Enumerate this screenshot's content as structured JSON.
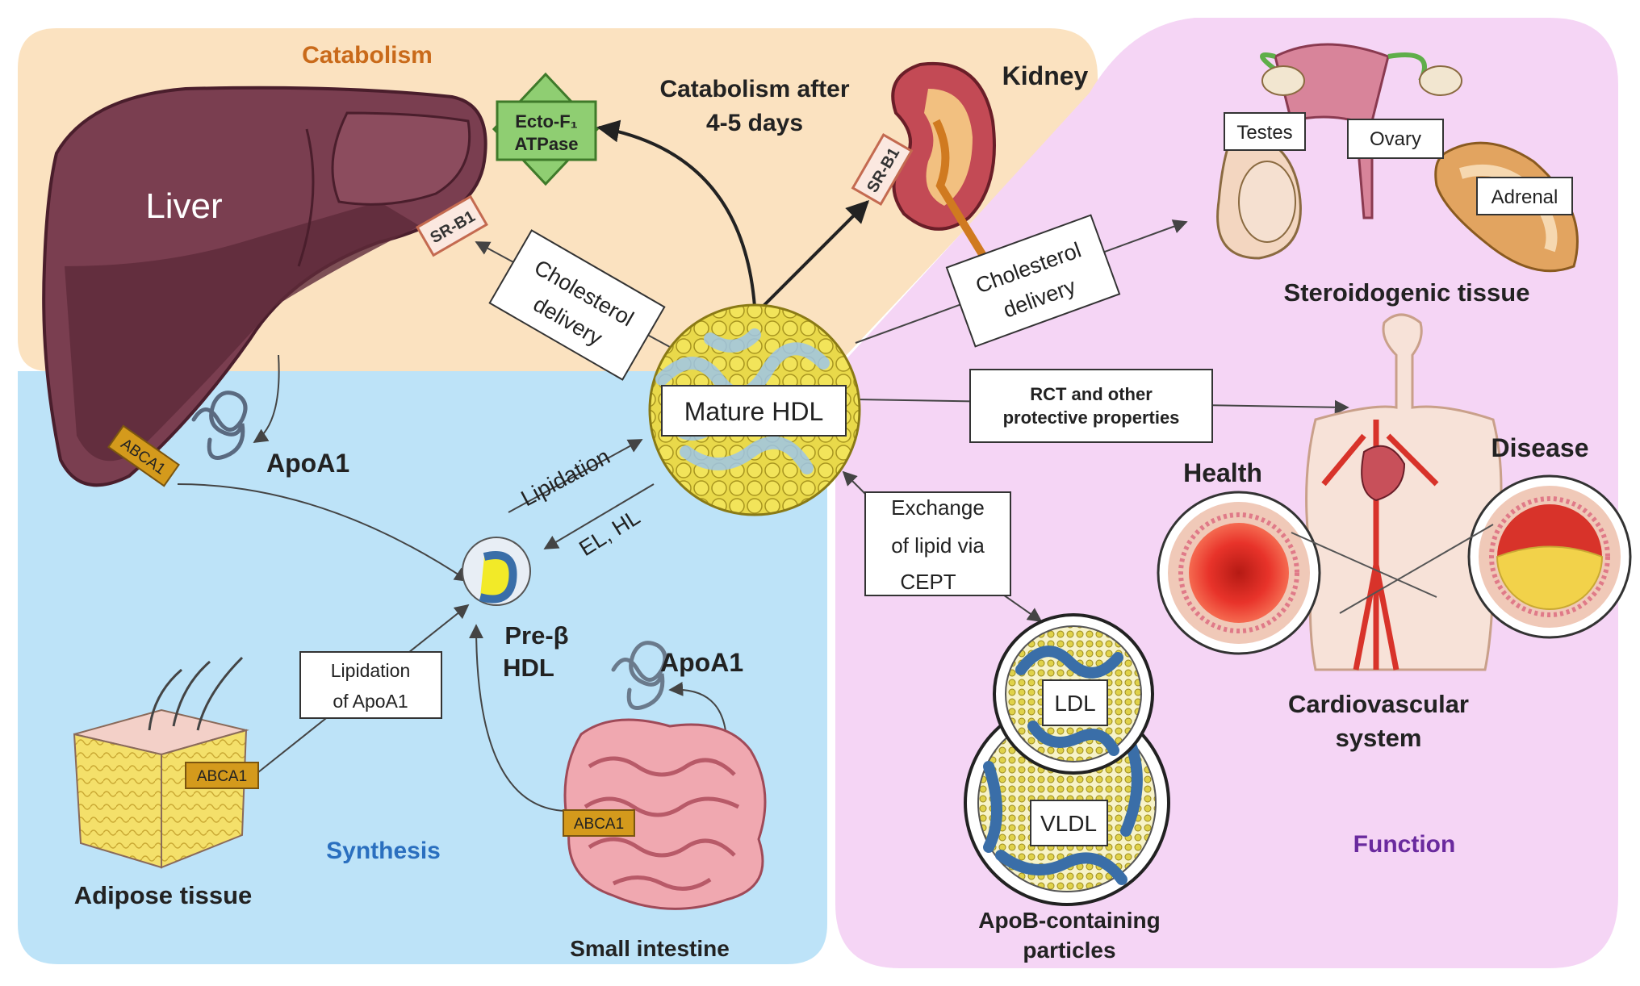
{
  "regions": {
    "catabolism": "Catabolism",
    "synthesis": "Synthesis",
    "function": "Function"
  },
  "organs": {
    "liver": "Liver",
    "kidney": "Kidney",
    "adipose": "Adipose tissue",
    "intestine": "Small intestine",
    "steroidogenic": "Steroidogenic tissue",
    "testes": "Testes",
    "ovary": "Ovary",
    "adrenal": "Adrenal",
    "cardio_line1": "Cardiovascular",
    "cardio_line2": "system",
    "health": "Health",
    "disease": "Disease"
  },
  "particles": {
    "mature_hdl": "Mature HDL",
    "pre_beta_line1": "Pre-β",
    "pre_beta_line2": "HDL",
    "ldl": "LDL",
    "vldl": "VLDL",
    "apob_line1": "ApoB-containing",
    "apob_line2": "particles"
  },
  "labels": {
    "ecto_line1": "Ecto-F₁",
    "ecto_line2": "ATPase",
    "catabolism_after_line1": "Catabolism after",
    "catabolism_after_line2": "4-5 days",
    "sr_b1": "SR-B1",
    "abca1": "ABCA1",
    "apoa1": "ApoA1",
    "cholesterol": "Cholesterol",
    "delivery": "delivery",
    "lipidation": "Lipidation",
    "el_hl": "EL, HL",
    "lipidation_of_line1": "Lipidation",
    "lipidation_of_line2": "of ApoA1",
    "rct_line1": "RCT and other",
    "rct_line2": "protective properties",
    "exchange_line1": "Exchange",
    "exchange_line2": "of lipid via",
    "exchange_line3": "CEPT"
  },
  "colors": {
    "catabolism_bg": "#fbe2c0",
    "synthesis_bg": "#bde3f8",
    "function_bg": "#f5d5f5",
    "liver": "#7a3e50",
    "hdl_yellow": "#e4cf3a",
    "abca1": "#d49a1c",
    "ecto_green": "#8fce72",
    "artery_red": "#d8332a"
  }
}
